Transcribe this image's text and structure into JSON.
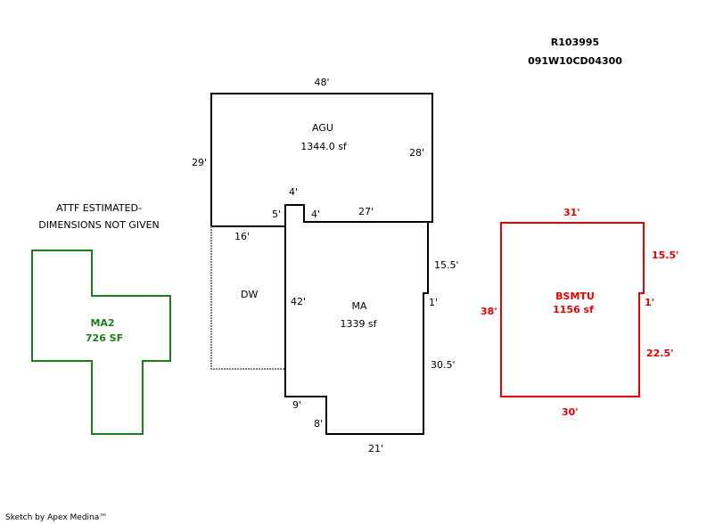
{
  "header": {
    "parcel_id": "R103995",
    "map_number": "091W10CD04300"
  },
  "note": {
    "line1": "ATTF ESTIMATED-",
    "line2": "DIMENSIONS NOT GIVEN"
  },
  "colors": {
    "main_lines": "#000000",
    "ma2_color": "#1a7f1a",
    "bsmtu_color": "#e60000",
    "dotted_color": "#808080"
  },
  "areas": {
    "agu": {
      "name": "AGU",
      "area": "1344.0 sf"
    },
    "ma": {
      "name": "MA",
      "area": "1339 sf"
    },
    "dw": {
      "name": "DW"
    },
    "ma2": {
      "name": "MA2",
      "area": "726 SF"
    },
    "bsmtu": {
      "name": "BSMTU",
      "area": "1156 sf"
    }
  },
  "dimensions": {
    "agu_top": "48'",
    "agu_left": "29'",
    "agu_right": "28'",
    "notch_top": "4'",
    "notch_left": "5'",
    "notch_right": "4'",
    "agu_bottom_right": "27'",
    "agu_bottom_left": "16'",
    "ma_right_upper": "15.5'",
    "ma_jog": "1'",
    "ma_left": "42'",
    "ma_right_lower": "30.5'",
    "ma_step_horizontal": "9'",
    "ma_step_vertical": "8'",
    "ma_bottom": "21'",
    "bsmtu_top": "31'",
    "bsmtu_right_upper": "15.5'",
    "bsmtu_jog": "1'",
    "bsmtu_left": "38'",
    "bsmtu_right_lower": "22.5'",
    "bsmtu_bottom": "30'"
  },
  "footer": {
    "credit": "Sketch by Apex Medina™"
  }
}
